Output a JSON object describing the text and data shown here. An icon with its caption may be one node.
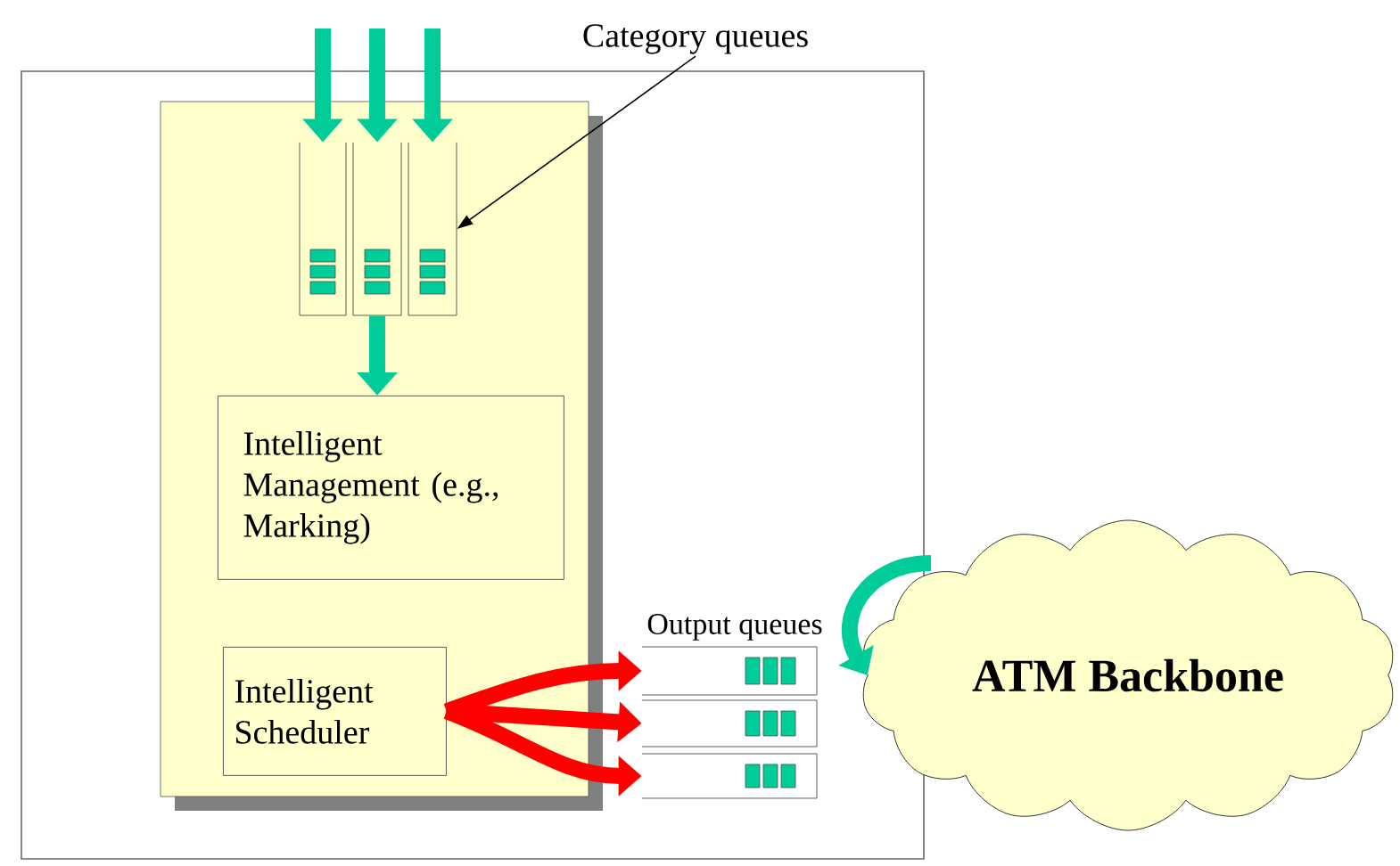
{
  "diagram": {
    "nodes": [
      {
        "text": [
          "Category queues"
        ]
      },
      {
        "text": [],
        "shape": "box"
      },
      {
        "text": [],
        "shape": "box",
        "in": 1
      },
      {
        "text": [],
        "shape": "box",
        "in": 2
      },
      {
        "text": [],
        "shape": "box",
        "in": 2
      },
      {
        "text": [],
        "shape": "box",
        "in": 2
      },
      {
        "text": [
          "Intelligent Management (e.g., Marking)"
        ],
        "in": 2
      },
      {
        "text": [
          "Intelligent Scheduler"
        ],
        "in": 2
      },
      {
        "text": [],
        "shape": "box",
        "in": 1
      },
      {
        "text": [],
        "shape": "box",
        "in": 1
      },
      {
        "text": [],
        "shape": "box",
        "in": 1
      },
      {
        "text": [
          "ATM Backbone"
        ]
      }
    ],
    "edges": [
      {
        "from": null,
        "to": 3,
        "arrow": "to"
      },
      {
        "from": null,
        "to": 4,
        "arrow": "to"
      },
      {
        "from": null,
        "to": 5,
        "arrow": "to"
      },
      {
        "from": 0,
        "to": 5,
        "arrow": "to",
        "color": "#000000"
      },
      {
        "from": 4,
        "to": 6,
        "arrow": "to"
      },
      {
        "from": 7,
        "to": 8,
        "arrow": "to",
        "color": "#ff0000"
      },
      {
        "from": 7,
        "to": 9,
        "arrow": "to",
        "color": "#ff0000"
      },
      {
        "from": 7,
        "to": 10,
        "arrow": "to",
        "color": "#ff0000"
      },
      {
        "from": null,
        "to": 11,
        "arrow": "to"
      }
    ],
    "labels": [
      "Output queues"
    ]
  }
}
